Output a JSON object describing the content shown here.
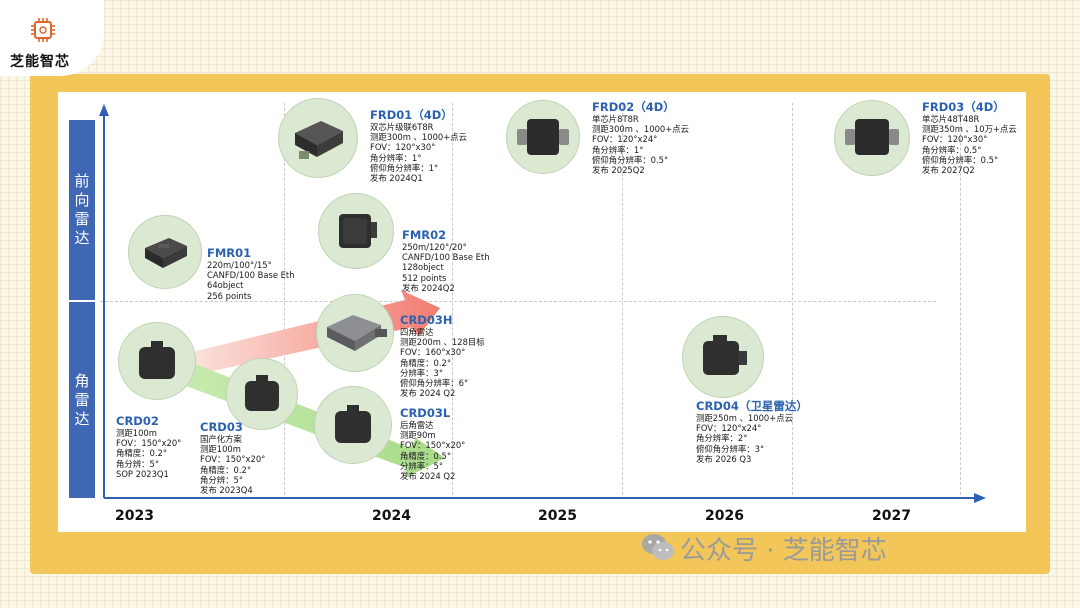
{
  "logo": {
    "text": "芝能智芯"
  },
  "bands": {
    "front": "前向雷达",
    "corner": "角雷达"
  },
  "years": [
    "2023",
    "2024",
    "2025",
    "2026",
    "2027"
  ],
  "products": {
    "fmr01": {
      "title": "FMR01",
      "lines": [
        "220m/100°/15°",
        "CANFD/100 Base Eth",
        "64object",
        "256 points"
      ]
    },
    "frd01": {
      "title": "FRD01（4D）",
      "lines": [
        "双芯片级联6T8R",
        "测距300m 、1000+点云",
        "FOV：120°x30°",
        "角分辨率：1°",
        "俯仰角分辨率：1°",
        "发布 2024Q1"
      ]
    },
    "fmr02": {
      "title": "FMR02",
      "lines": [
        "250m/120°/20°",
        "CANFD/100 Base Eth",
        "128object",
        "512 points",
        "发布 2024Q2"
      ]
    },
    "frd02": {
      "title": "FRD02（4D）",
      "lines": [
        "单芯片8T8R",
        "测距300m 、1000+点云",
        "FOV：120°x24°",
        "角分辨率：1°",
        "俯仰角分辨率：0.5°",
        "发布 2025Q2"
      ]
    },
    "frd03": {
      "title": "FRD03（4D）",
      "lines": [
        "单芯片48T48R",
        "测距350m 、10万+点云",
        "FOV：120°x30°",
        "角分辨率：0.5°",
        "俯仰角分辨率：0.5°",
        "发布 2027Q2"
      ]
    },
    "crd02": {
      "title": "CRD02",
      "lines": [
        "测距100m",
        "FOV：150°x20°",
        "角精度：0.2°",
        "角分辨：5°",
        "SOP 2023Q1"
      ]
    },
    "crd03": {
      "title": "CRD03",
      "lines": [
        "国产化方案",
        "测距100m",
        "FOV：150°x20°",
        "角精度：0.2°",
        "角分辨：5°",
        "发布 2023Q4"
      ]
    },
    "crd03h": {
      "title": "CRD03H",
      "lines": [
        "四角雷达",
        "测距200m 、128目标",
        "FOV：160°x30°",
        "角精度：0.2°",
        "分辨率：3°",
        "俯仰角分辨率：6°",
        "发布 2024 Q2"
      ]
    },
    "crd03l": {
      "title": "CRD03L",
      "lines": [
        "后角雷达",
        "测距90m",
        "FOV：150°x20°",
        "角精度：0.5°",
        "分辨率：5°",
        "发布 2024 Q2"
      ]
    },
    "crd04": {
      "title": "CRD04（卫星雷达）",
      "lines": [
        "测距250m 、1000+点云",
        "FOV：120°x24°",
        "角分辨率：2°",
        "俯仰角分辨率：3°",
        "发布 2026 Q3"
      ]
    }
  },
  "watermark": {
    "text": "公众号 · 芝能智芯"
  },
  "colors": {
    "band": "#3f67b4",
    "frame": "#f3c65a",
    "title": "#2b62b0",
    "arrow_red": "#f4897d",
    "arrow_green": "#b7e29c",
    "axis": "#2f5fb3"
  }
}
